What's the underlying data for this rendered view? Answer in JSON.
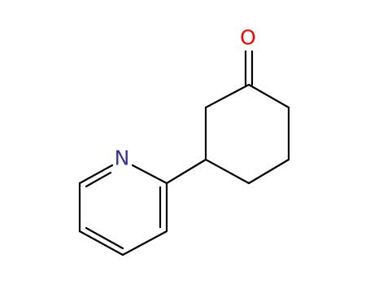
{
  "molecule": {
    "atoms": [
      {
        "id": "O",
        "label": "O",
        "color": "#ff0000"
      },
      {
        "id": "N",
        "label": "N",
        "color": "#333399"
      }
    ],
    "colors": {
      "bond": "#000000",
      "oxygen": "#ff0000",
      "nitrogen": "#333399"
    }
  }
}
